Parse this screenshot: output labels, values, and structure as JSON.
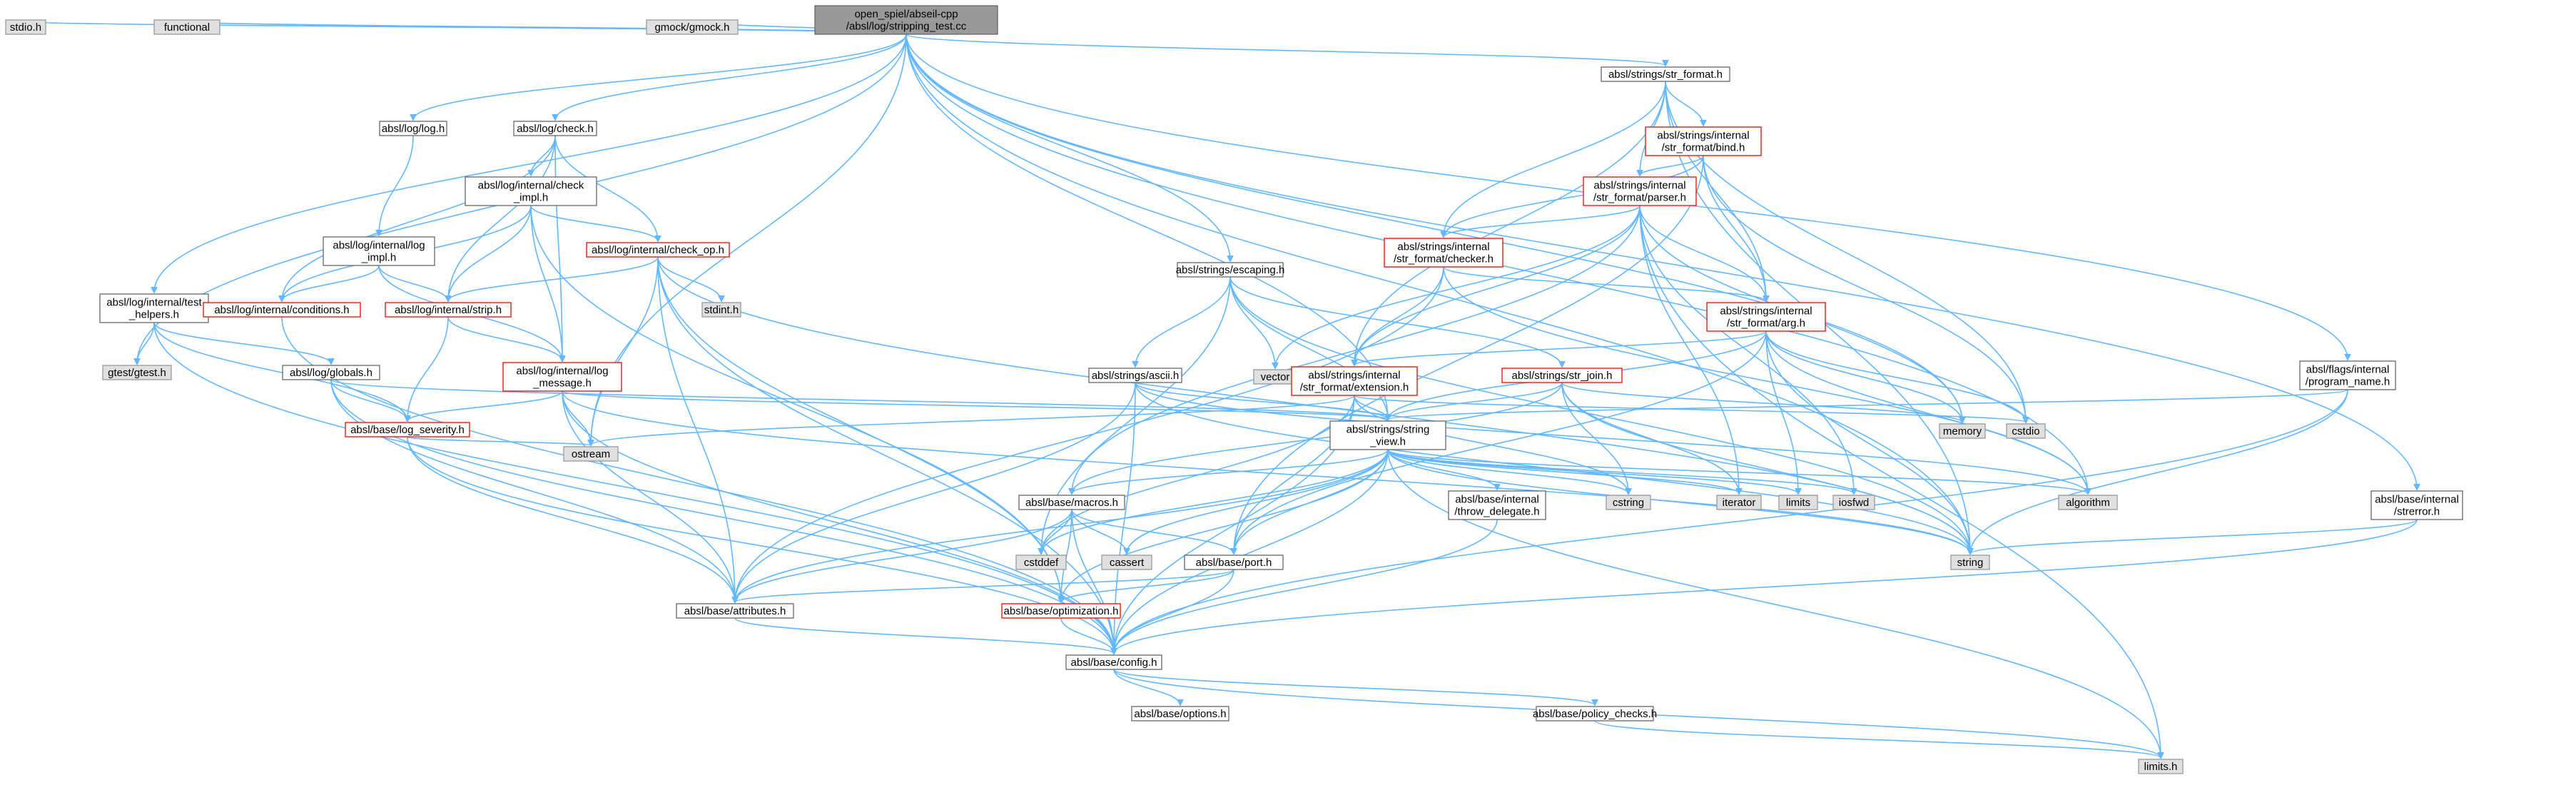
{
  "colors": {
    "edge": "#63b8ff",
    "root_fill": "#999999",
    "project_fill": "#ffffff",
    "project_border": "#666666",
    "truncated_border": "#ff0000",
    "system_fill": "#e0e0e0",
    "system_border": "#999999"
  },
  "nodes": [
    {
      "id": "root",
      "kind": "root",
      "lines": [
        "open_spiel/abseil-cpp",
        "/absl/log/stripping_test.cc"
      ]
    },
    {
      "id": "stdio",
      "kind": "system",
      "lines": [
        "stdio.h"
      ]
    },
    {
      "id": "functional",
      "kind": "system",
      "lines": [
        "functional"
      ]
    },
    {
      "id": "gmock",
      "kind": "system",
      "lines": [
        "gmock/gmock.h"
      ]
    },
    {
      "id": "gtest",
      "kind": "system",
      "lines": [
        "gtest/gtest.h"
      ]
    },
    {
      "id": "log_h",
      "kind": "project",
      "lines": [
        "absl/log/log.h"
      ]
    },
    {
      "id": "check_h",
      "kind": "project",
      "lines": [
        "absl/log/check.h"
      ]
    },
    {
      "id": "test_helpers",
      "kind": "project",
      "lines": [
        "absl/log/internal/test",
        "_helpers.h"
      ]
    },
    {
      "id": "log_impl",
      "kind": "project",
      "lines": [
        "absl/log/internal/log",
        "_impl.h"
      ]
    },
    {
      "id": "check_impl",
      "kind": "project",
      "lines": [
        "absl/log/internal/check",
        "_impl.h"
      ]
    },
    {
      "id": "conditions",
      "kind": "truncated",
      "lines": [
        "absl/log/internal/conditions.h"
      ]
    },
    {
      "id": "check_op",
      "kind": "truncated",
      "lines": [
        "absl/log/internal/check_op.h"
      ]
    },
    {
      "id": "strip",
      "kind": "truncated",
      "lines": [
        "absl/log/internal/strip.h"
      ]
    },
    {
      "id": "stdint",
      "kind": "system",
      "lines": [
        "stdint.h"
      ]
    },
    {
      "id": "log_message",
      "kind": "truncated",
      "lines": [
        "absl/log/internal/log",
        "_message.h"
      ]
    },
    {
      "id": "globals",
      "kind": "project",
      "lines": [
        "absl/log/globals.h"
      ]
    },
    {
      "id": "log_severity",
      "kind": "truncated",
      "lines": [
        "absl/base/log_severity.h"
      ]
    },
    {
      "id": "ostream",
      "kind": "system",
      "lines": [
        "ostream"
      ]
    },
    {
      "id": "escaping",
      "kind": "project",
      "lines": [
        "absl/strings/escaping.h"
      ]
    },
    {
      "id": "ascii",
      "kind": "project",
      "lines": [
        "absl/strings/ascii.h"
      ]
    },
    {
      "id": "vector",
      "kind": "system",
      "lines": [
        "vector"
      ]
    },
    {
      "id": "str_format",
      "kind": "project",
      "lines": [
        "absl/strings/str_format.h"
      ]
    },
    {
      "id": "bind",
      "kind": "truncated",
      "lines": [
        "absl/strings/internal",
        "/str_format/bind.h"
      ]
    },
    {
      "id": "parser",
      "kind": "truncated",
      "lines": [
        "absl/strings/internal",
        "/str_format/parser.h"
      ]
    },
    {
      "id": "checker",
      "kind": "truncated",
      "lines": [
        "absl/strings/internal",
        "/str_format/checker.h"
      ]
    },
    {
      "id": "arg",
      "kind": "truncated",
      "lines": [
        "absl/strings/internal",
        "/str_format/arg.h"
      ]
    },
    {
      "id": "extension",
      "kind": "truncated",
      "lines": [
        "absl/strings/internal",
        "/str_format/extension.h"
      ]
    },
    {
      "id": "str_join",
      "kind": "truncated",
      "lines": [
        "absl/strings/str_join.h"
      ]
    },
    {
      "id": "string_view",
      "kind": "project",
      "lines": [
        "absl/strings/string",
        "_view.h"
      ]
    },
    {
      "id": "memory",
      "kind": "system",
      "lines": [
        "memory"
      ]
    },
    {
      "id": "cstdio",
      "kind": "system",
      "lines": [
        "cstdio"
      ]
    },
    {
      "id": "program_name",
      "kind": "project",
      "lines": [
        "absl/flags/internal",
        "/program_name.h"
      ]
    },
    {
      "id": "macros",
      "kind": "project",
      "lines": [
        "absl/base/macros.h"
      ]
    },
    {
      "id": "throw_delegate",
      "kind": "project",
      "lines": [
        "absl/base/internal",
        "/throw_delegate.h"
      ]
    },
    {
      "id": "cstring",
      "kind": "system",
      "lines": [
        "cstring"
      ]
    },
    {
      "id": "iterator",
      "kind": "system",
      "lines": [
        "iterator"
      ]
    },
    {
      "id": "limits",
      "kind": "system",
      "lines": [
        "limits"
      ]
    },
    {
      "id": "iosfwd",
      "kind": "system",
      "lines": [
        "iosfwd"
      ]
    },
    {
      "id": "algorithm",
      "kind": "system",
      "lines": [
        "algorithm"
      ]
    },
    {
      "id": "strerror",
      "kind": "project",
      "lines": [
        "absl/base/internal",
        "/strerror.h"
      ]
    },
    {
      "id": "cstddef",
      "kind": "system",
      "lines": [
        "cstddef"
      ]
    },
    {
      "id": "cassert",
      "kind": "system",
      "lines": [
        "cassert"
      ]
    },
    {
      "id": "port",
      "kind": "project",
      "lines": [
        "absl/base/port.h"
      ]
    },
    {
      "id": "string",
      "kind": "system",
      "lines": [
        "string"
      ]
    },
    {
      "id": "attributes",
      "kind": "project",
      "lines": [
        "absl/base/attributes.h"
      ]
    },
    {
      "id": "optimization",
      "kind": "truncated",
      "lines": [
        "absl/base/optimization.h"
      ]
    },
    {
      "id": "config",
      "kind": "project",
      "lines": [
        "absl/base/config.h"
      ]
    },
    {
      "id": "options",
      "kind": "project",
      "lines": [
        "absl/base/options.h"
      ]
    },
    {
      "id": "policy_checks",
      "kind": "project",
      "lines": [
        "absl/base/policy_checks.h"
      ]
    },
    {
      "id": "limits_h",
      "kind": "system",
      "lines": [
        "limits.h"
      ]
    }
  ],
  "edges": [
    [
      "root",
      "stdio"
    ],
    [
      "root",
      "functional"
    ],
    [
      "root",
      "gmock"
    ],
    [
      "root",
      "gtest"
    ],
    [
      "root",
      "log_h"
    ],
    [
      "root",
      "check_h"
    ],
    [
      "root",
      "test_helpers"
    ],
    [
      "root",
      "ostream"
    ],
    [
      "root",
      "escaping"
    ],
    [
      "root",
      "str_format"
    ],
    [
      "root",
      "string_view"
    ],
    [
      "root",
      "memory"
    ],
    [
      "root",
      "program_name"
    ],
    [
      "root",
      "algorithm"
    ],
    [
      "root",
      "strerror"
    ],
    [
      "root",
      "string"
    ],
    [
      "log_h",
      "log_impl"
    ],
    [
      "check_h",
      "check_impl"
    ],
    [
      "check_h",
      "check_op"
    ],
    [
      "check_h",
      "conditions"
    ],
    [
      "check_h",
      "strip"
    ],
    [
      "check_h",
      "log_message"
    ],
    [
      "check_impl",
      "check_op"
    ],
    [
      "check_impl",
      "conditions"
    ],
    [
      "check_impl",
      "strip"
    ],
    [
      "check_impl",
      "log_message"
    ],
    [
      "check_impl",
      "optimization"
    ],
    [
      "log_impl",
      "conditions"
    ],
    [
      "log_impl",
      "strip"
    ],
    [
      "log_impl",
      "log_message"
    ],
    [
      "check_op",
      "stdint"
    ],
    [
      "check_op",
      "strip"
    ],
    [
      "check_op",
      "ostream"
    ],
    [
      "check_op",
      "attributes"
    ],
    [
      "check_op",
      "config"
    ],
    [
      "check_op",
      "optimization"
    ],
    [
      "check_op",
      "string"
    ],
    [
      "strip",
      "log_message"
    ],
    [
      "strip",
      "log_severity"
    ],
    [
      "conditions",
      "config"
    ],
    [
      "log_message",
      "log_severity"
    ],
    [
      "log_message",
      "ostream"
    ],
    [
      "log_message",
      "attributes"
    ],
    [
      "log_message",
      "config"
    ],
    [
      "log_message",
      "string_view"
    ],
    [
      "log_message",
      "string"
    ],
    [
      "test_helpers",
      "gtest"
    ],
    [
      "test_helpers",
      "globals"
    ],
    [
      "test_helpers",
      "log_severity"
    ],
    [
      "test_helpers",
      "config"
    ],
    [
      "globals",
      "log_severity"
    ],
    [
      "globals",
      "attributes"
    ],
    [
      "globals",
      "config"
    ],
    [
      "globals",
      "string_view"
    ],
    [
      "log_severity",
      "ostream"
    ],
    [
      "log_severity",
      "attributes"
    ],
    [
      "log_severity",
      "config"
    ],
    [
      "escaping",
      "ascii"
    ],
    [
      "escaping",
      "vector"
    ],
    [
      "escaping",
      "str_join"
    ],
    [
      "escaping",
      "string_view"
    ],
    [
      "escaping",
      "cstddef"
    ],
    [
      "escaping",
      "string"
    ],
    [
      "ascii",
      "attributes"
    ],
    [
      "ascii",
      "config"
    ],
    [
      "ascii",
      "string_view"
    ],
    [
      "ascii",
      "algorithm"
    ],
    [
      "ascii",
      "string"
    ],
    [
      "str_format",
      "bind"
    ],
    [
      "str_format",
      "parser"
    ],
    [
      "str_format",
      "checker"
    ],
    [
      "str_format",
      "arg"
    ],
    [
      "str_format",
      "extension"
    ],
    [
      "str_format",
      "cstdio"
    ],
    [
      "str_format",
      "string"
    ],
    [
      "bind",
      "parser"
    ],
    [
      "bind",
      "checker"
    ],
    [
      "bind",
      "arg"
    ],
    [
      "bind",
      "port"
    ],
    [
      "bind",
      "cstdio"
    ],
    [
      "parser",
      "checker"
    ],
    [
      "parser",
      "arg"
    ],
    [
      "parser",
      "extension"
    ],
    [
      "parser",
      "vector"
    ],
    [
      "parser",
      "memory"
    ],
    [
      "parser",
      "iterator"
    ],
    [
      "parser",
      "iosfwd"
    ],
    [
      "parser",
      "limits_h"
    ],
    [
      "parser",
      "macros"
    ],
    [
      "checker",
      "arg"
    ],
    [
      "checker",
      "extension"
    ],
    [
      "checker",
      "attributes"
    ],
    [
      "checker",
      "algorithm"
    ],
    [
      "arg",
      "extension"
    ],
    [
      "arg",
      "string_view"
    ],
    [
      "arg",
      "port"
    ],
    [
      "arg",
      "memory"
    ],
    [
      "arg",
      "cstdio"
    ],
    [
      "arg",
      "limits"
    ],
    [
      "arg",
      "algorithm"
    ],
    [
      "arg",
      "string"
    ],
    [
      "extension",
      "string_view"
    ],
    [
      "extension",
      "port"
    ],
    [
      "extension",
      "config"
    ],
    [
      "extension",
      "ostream"
    ],
    [
      "extension",
      "cstddef"
    ],
    [
      "extension",
      "cstring"
    ],
    [
      "extension",
      "cstdio"
    ],
    [
      "str_join",
      "string_view"
    ],
    [
      "str_join",
      "macros"
    ],
    [
      "str_join",
      "cstring"
    ],
    [
      "str_join",
      "iterator"
    ],
    [
      "str_join",
      "memory"
    ],
    [
      "str_join",
      "string"
    ],
    [
      "string_view",
      "macros"
    ],
    [
      "string_view",
      "throw_delegate"
    ],
    [
      "string_view",
      "port"
    ],
    [
      "string_view",
      "optimization"
    ],
    [
      "string_view",
      "config"
    ],
    [
      "string_view",
      "attributes"
    ],
    [
      "string_view",
      "cstddef"
    ],
    [
      "string_view",
      "cassert"
    ],
    [
      "string_view",
      "cstring"
    ],
    [
      "string_view",
      "iterator"
    ],
    [
      "string_view",
      "limits"
    ],
    [
      "string_view",
      "iosfwd"
    ],
    [
      "string_view",
      "algorithm"
    ],
    [
      "string_view",
      "string"
    ],
    [
      "string_view",
      "limits_h"
    ],
    [
      "program_name",
      "string_view"
    ],
    [
      "program_name",
      "config"
    ],
    [
      "program_name",
      "string"
    ],
    [
      "strerror",
      "config"
    ],
    [
      "strerror",
      "string"
    ],
    [
      "macros",
      "cstddef"
    ],
    [
      "macros",
      "cassert"
    ],
    [
      "macros",
      "port"
    ],
    [
      "macros",
      "optimization"
    ],
    [
      "macros",
      "attributes"
    ],
    [
      "macros",
      "config"
    ],
    [
      "throw_delegate",
      "config"
    ],
    [
      "port",
      "attributes"
    ],
    [
      "port",
      "optimization"
    ],
    [
      "port",
      "config"
    ],
    [
      "attributes",
      "config"
    ],
    [
      "optimization",
      "config"
    ],
    [
      "config",
      "options"
    ],
    [
      "config",
      "policy_checks"
    ],
    [
      "config",
      "limits_h"
    ],
    [
      "policy_checks",
      "limits_h"
    ]
  ]
}
